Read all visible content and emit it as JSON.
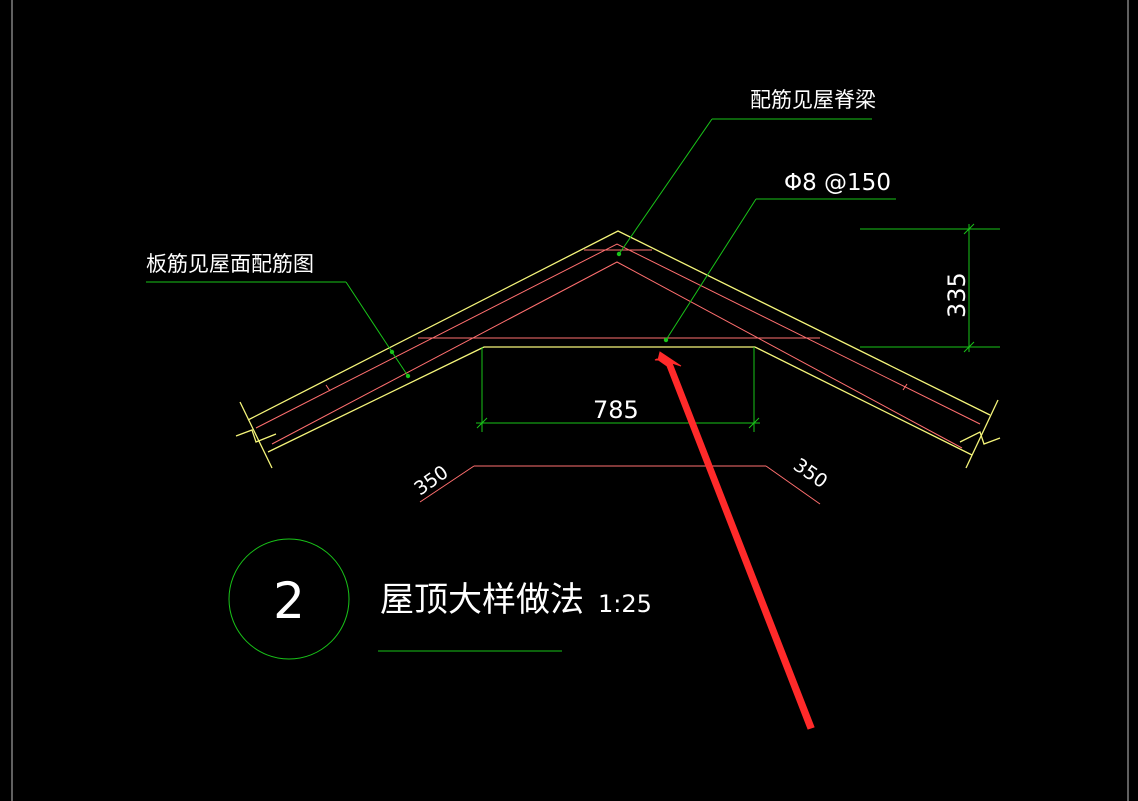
{
  "drawing": {
    "colors": {
      "background": "#000000",
      "outline": "#f5f57a",
      "rebar": "#ff6f6f",
      "leader": "#19c419",
      "text": "#ffffff",
      "arrow": "#ff2a2a"
    },
    "labels": {
      "beam_note": "配筋见屋脊梁",
      "stirrup_note": "Φ8 @150",
      "slab_note": "板筋见屋面配筋图"
    },
    "dimensions": {
      "height": "335",
      "width": "785",
      "left_leg": "350",
      "right_leg": "350"
    },
    "title_block": {
      "detail_number": "2",
      "title": "屋顶大样做法",
      "scale": "1:25"
    }
  }
}
